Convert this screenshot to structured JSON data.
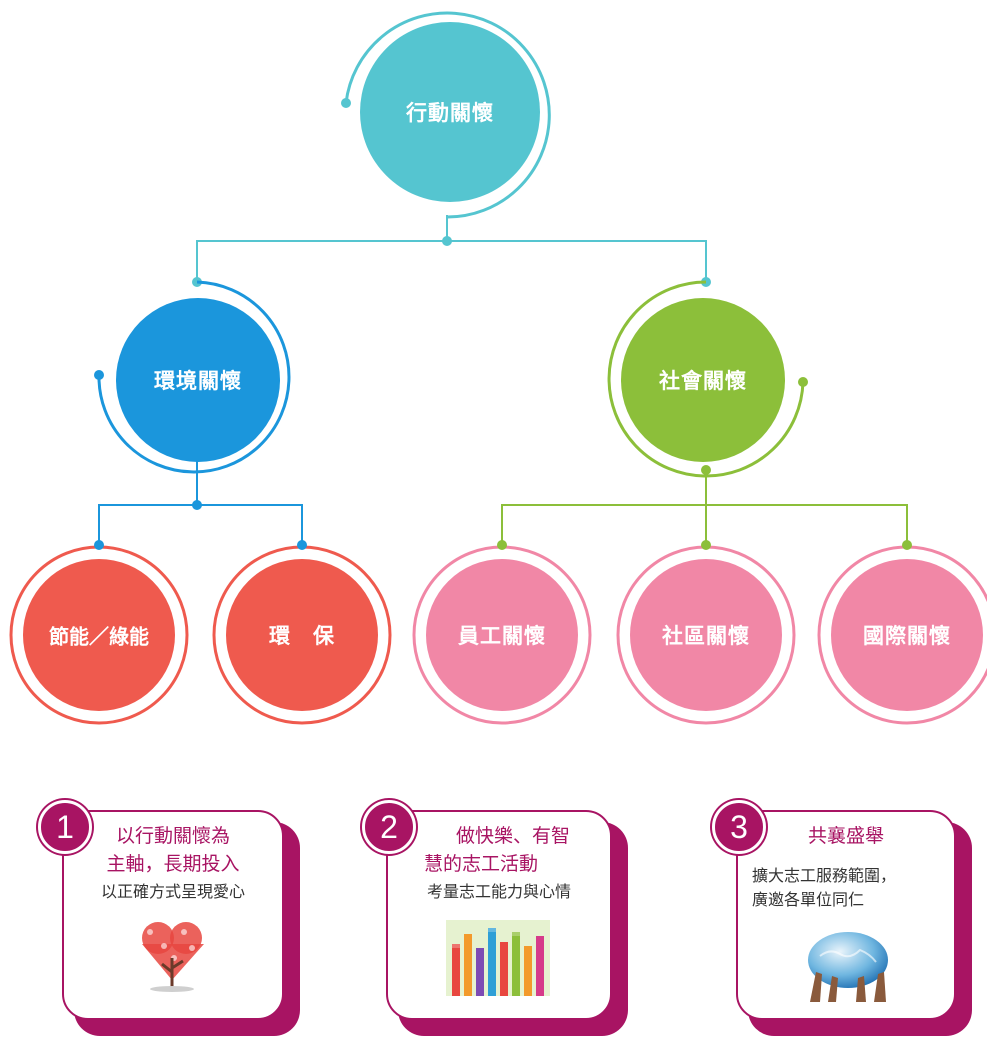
{
  "colors": {
    "root": "#55c5d0",
    "environment": "#1b96dc",
    "social": "#8cbf3a",
    "env_child": "#ef5a4e",
    "social_child": "#f187a6",
    "card_accent": "#a81463"
  },
  "nodes": {
    "root": "行動關懷",
    "environment": "環境關懷",
    "social": "社會關懷",
    "energy": "節能／綠能",
    "eco": "環　保",
    "employee": "員工關懷",
    "community": "社區關懷",
    "international": "國際關懷"
  },
  "cards": [
    {
      "number": "1",
      "title_1": "以行動關懷為",
      "title_2": "主軸，長期投入",
      "desc_1": "以正確方式呈現愛心",
      "desc_2": "",
      "image": "heart-tree-icon"
    },
    {
      "number": "2",
      "title_1": "做快樂、有智",
      "title_2": "慧的志工活動",
      "desc_1": "考量志工能力與心情",
      "desc_2": "",
      "image": "raised-hands-icon"
    },
    {
      "number": "3",
      "title_1": "共襄盛舉",
      "title_2": "",
      "desc_1": "擴大志工服務範圍，",
      "desc_2": "廣邀各單位同仁",
      "image": "hands-holding-globe-icon"
    }
  ]
}
